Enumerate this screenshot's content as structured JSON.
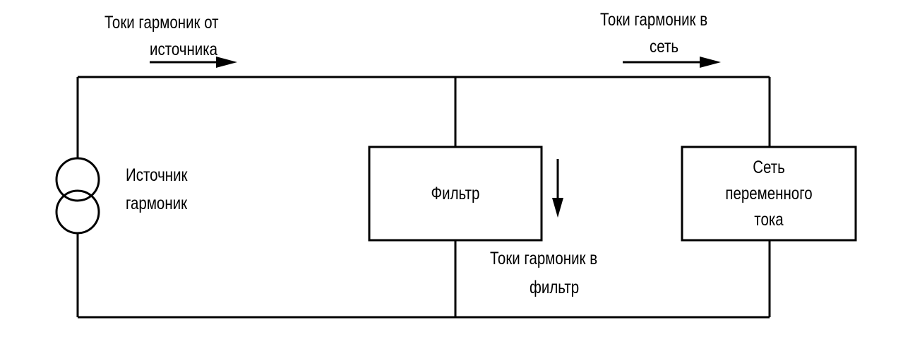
{
  "labels": {
    "source_current_line1": "Токи гармоник от",
    "source_current_line2": "источника",
    "network_current_line1": "Токи гармоник в",
    "network_current_line2": "сеть",
    "source_line1": "Источник",
    "source_line2": "гармоник",
    "filter_current_line1": "Токи гармоник в",
    "filter_current_line2": "фильтр"
  },
  "boxes": {
    "filter": "Фильтр",
    "network_line1": "Сеть",
    "network_line2": "переменного",
    "network_line3": "тока"
  },
  "icons": {
    "source_symbol": "two-circles-current-source-icon",
    "arrow": "arrow-icon"
  }
}
